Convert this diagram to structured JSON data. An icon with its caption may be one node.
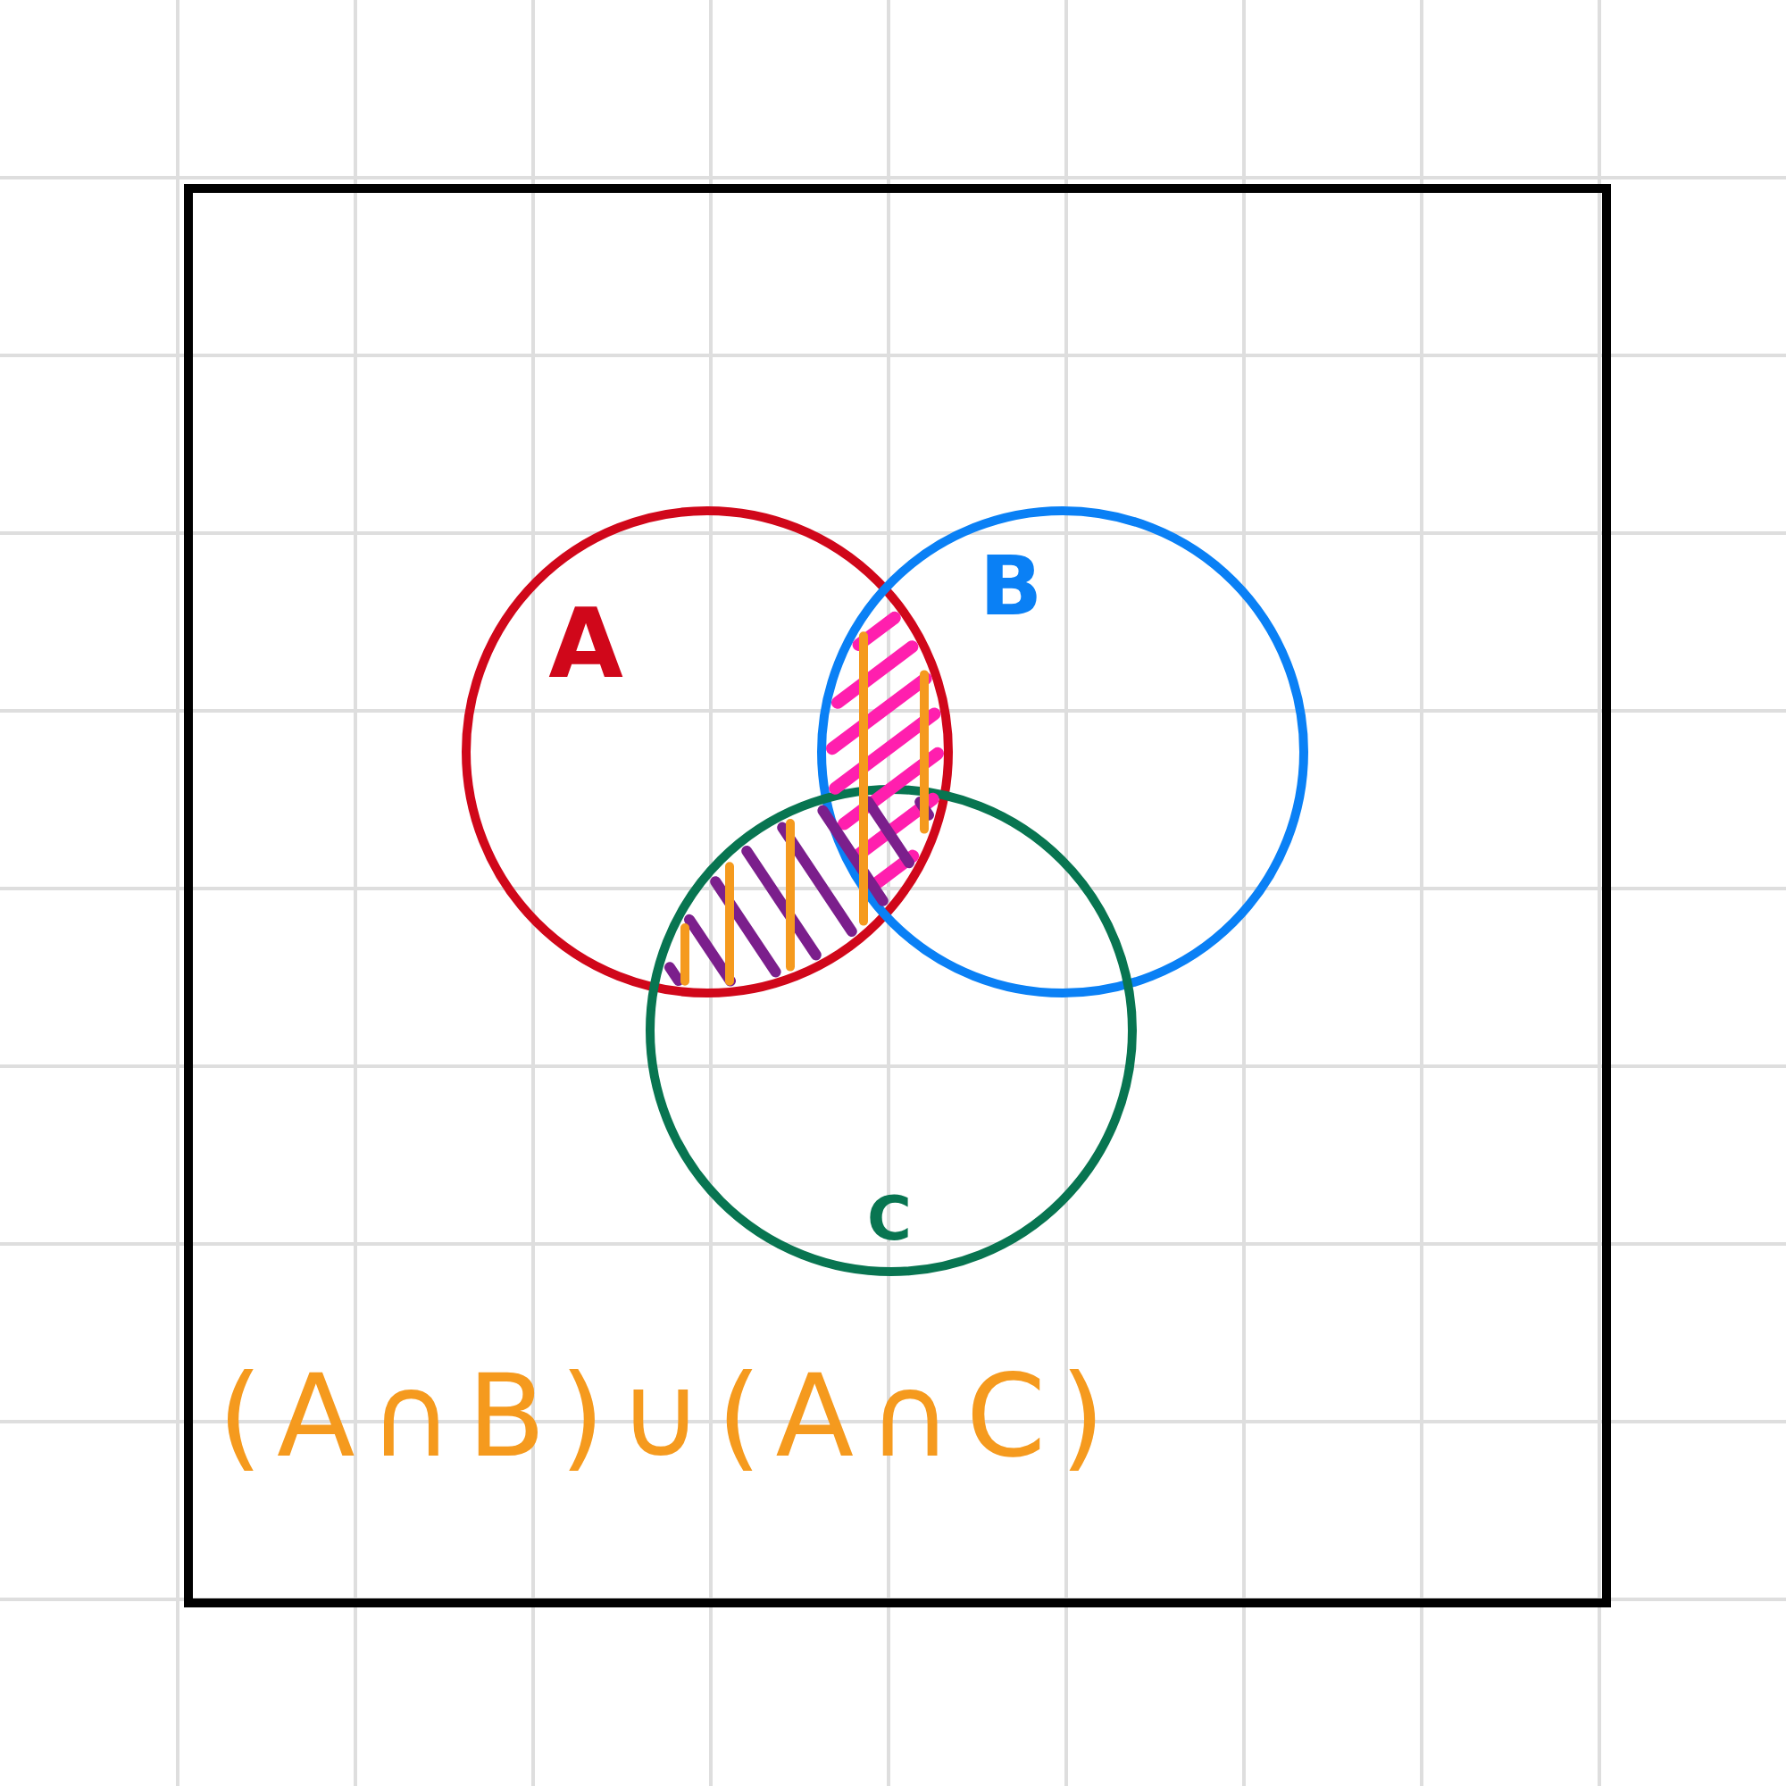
{
  "diagram": {
    "nodes": [
      {
        "text": [],
        "shape": "box"
      },
      {
        "text": [
          "A"
        ],
        "in": 0
      },
      {
        "text": [
          "B"
        ],
        "in": 0
      },
      {
        "text": [
          "C"
        ],
        "in": 0
      }
    ],
    "edges": [],
    "labels": [
      "(A∩B)∪(A∩C)"
    ]
  }
}
